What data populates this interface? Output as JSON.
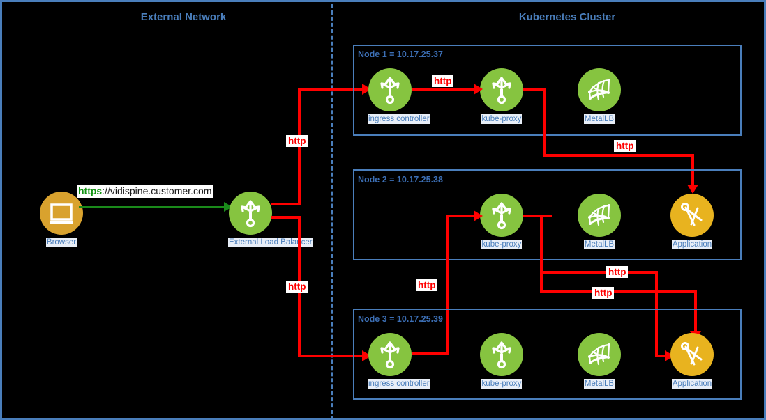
{
  "zones": {
    "external": {
      "title": "External Network"
    },
    "cluster": {
      "title": "Kubernetes Cluster"
    }
  },
  "browser": {
    "caption": "Browser",
    "icon": "monitor-icon"
  },
  "load_balancer": {
    "caption": "External Load Balancer",
    "icon": "load-balancer-icon"
  },
  "url": {
    "scheme": "https",
    "rest": "://vidispine.customer.com"
  },
  "nodes": [
    {
      "label": "Node 1 = 10.17.25.37",
      "name": "Node 1",
      "ip": "10.17.25.37",
      "items": [
        {
          "caption": "ingress controller",
          "icon": "ingress-controller-icon",
          "kind": "green"
        },
        {
          "caption": "kube-proxy",
          "icon": "kube-proxy-icon",
          "kind": "green"
        },
        {
          "caption": "MetalLB",
          "icon": "metallb-icon",
          "kind": "green"
        }
      ]
    },
    {
      "label": "Node 2 = 10.17.25.38",
      "name": "Node 2",
      "ip": "10.17.25.38",
      "items": [
        {
          "caption": "kube-proxy",
          "icon": "kube-proxy-icon",
          "kind": "green"
        },
        {
          "caption": "MetalLB",
          "icon": "metallb-icon",
          "kind": "green"
        },
        {
          "caption": "Application",
          "icon": "application-icon",
          "kind": "gold"
        }
      ]
    },
    {
      "label": "Node 3 = 10.17.25.39",
      "name": "Node 3",
      "ip": "10.17.25.39",
      "items": [
        {
          "caption": "ingress controller",
          "icon": "ingress-controller-icon",
          "kind": "green"
        },
        {
          "caption": "kube-proxy",
          "icon": "kube-proxy-icon",
          "kind": "green"
        },
        {
          "caption": "MetalLB",
          "icon": "metallb-icon",
          "kind": "green"
        },
        {
          "caption": "Application",
          "icon": "application-icon",
          "kind": "gold"
        }
      ]
    }
  ],
  "protocol_labels": [
    {
      "text": "http"
    },
    {
      "text": "http"
    },
    {
      "text": "http"
    },
    {
      "text": "http"
    },
    {
      "text": "http"
    },
    {
      "text": "http"
    },
    {
      "text": "http"
    }
  ],
  "colors": {
    "frame": "#4a7ebb",
    "node_border": "#4a7ebb",
    "http_flow": "#ff0000",
    "https_flow": "#149414",
    "service_icon": "#86c440",
    "app_icon": "#e8b31f",
    "browser_icon": "#d9a22e",
    "background": "#000000"
  }
}
